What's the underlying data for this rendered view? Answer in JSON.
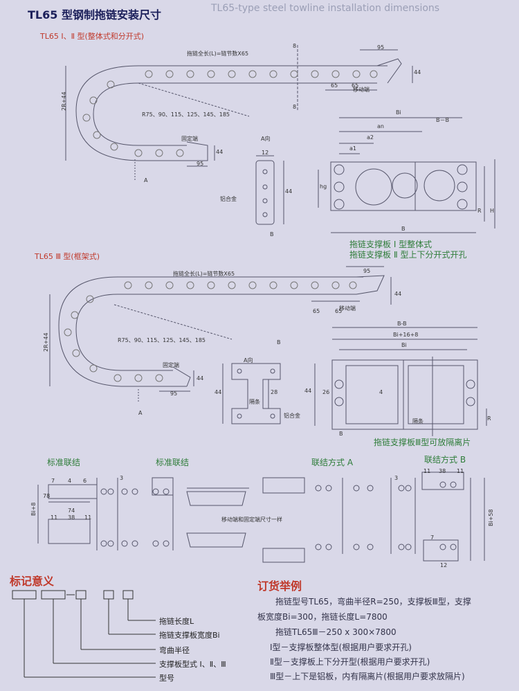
{
  "header": {
    "title": "TL65 型钢制拖链安装尺寸",
    "title_en": "TL65-type steel towline installation dimensions",
    "subtitle_12": "TL65 Ⅰ、Ⅱ 型(整体式和分开式)",
    "subtitle_3": "TL65 Ⅲ 型(框架式)"
  },
  "diagram1": {
    "total_length": "拖链全长(L)=链节数X65",
    "radius": "R75、90、115、125、145、185",
    "fixed_end": "固定端",
    "moving_end": "移动端",
    "height": "2R+44",
    "dim_95": "95",
    "dim_44": "44",
    "dim_65a": "65",
    "dim_65b": "65",
    "dim_8": "8",
    "label_A": "A",
    "dir_A": "A向",
    "dim_12": "12",
    "alloy": "铝合金",
    "label_B": "B",
    "label_BB": "B－B",
    "label_Bi": "Bi",
    "label_an": "an",
    "label_a2": "a2",
    "label_a1": "a1",
    "label_hg": "hg",
    "label_R": "R",
    "label_H": "H",
    "note1": "拖链支撑板 Ⅰ 型整体式",
    "note2": "拖链支撑板 Ⅱ 型上下分开式开孔"
  },
  "diagram2": {
    "total_length": "拖链全长(L)=链节数X65",
    "radius": "R75、90、115、125、145、185",
    "fixed_end": "固定端",
    "moving_end": "移动端",
    "height": "2R+44",
    "dim_95": "95",
    "dim_44": "44",
    "dim_65": "65",
    "dim_28": "28",
    "dim_26": "26",
    "dim_4": "4",
    "dir_A": "A向",
    "divider": "隔条",
    "alloy": "铝合金",
    "label_BB": "B-B",
    "label_Bi16": "Bi+16+8",
    "label_Bi": "Bi",
    "label_B": "B",
    "label_A": "A",
    "label_R": "R",
    "note": "拖链支撑板Ⅲ型可放隔离片"
  },
  "connections": {
    "std1": "标准联结",
    "std2": "标准联结",
    "modeA": "联结方式 A",
    "modeB": "联结方式 B",
    "note": "移动端和固定端尺寸一样",
    "dims": [
      "7",
      "4",
      "6",
      "78",
      "74",
      "11",
      "38",
      "11",
      "3",
      "Bi+8",
      "Bi+58",
      "11",
      "38",
      "11",
      "7",
      "12",
      "3"
    ]
  },
  "legend": {
    "title": "标记意义",
    "items": [
      "拖链长度L",
      "拖链支撑板宽度Bi",
      "弯曲半径",
      "支撑板型式 Ⅰ、Ⅱ、Ⅲ",
      "型号"
    ]
  },
  "order": {
    "title": "订货举例",
    "line1": "拖链型号TL65，弯曲半径R=250，支撑板Ⅲ型，支撑",
    "line2": "板宽度Bi=300，拖链长度L=7800",
    "line3": "拖链TL65Ⅲ－250 x 300×7800",
    "line4": "Ⅰ型－支撑板整体型(根据用户要求开孔)",
    "line5": "Ⅱ型－支撑板上下分开型(根据用户要求开孔)",
    "line6": "Ⅲ型－上下是铝板，内有隔离片(根据用户要求放隔片)"
  }
}
